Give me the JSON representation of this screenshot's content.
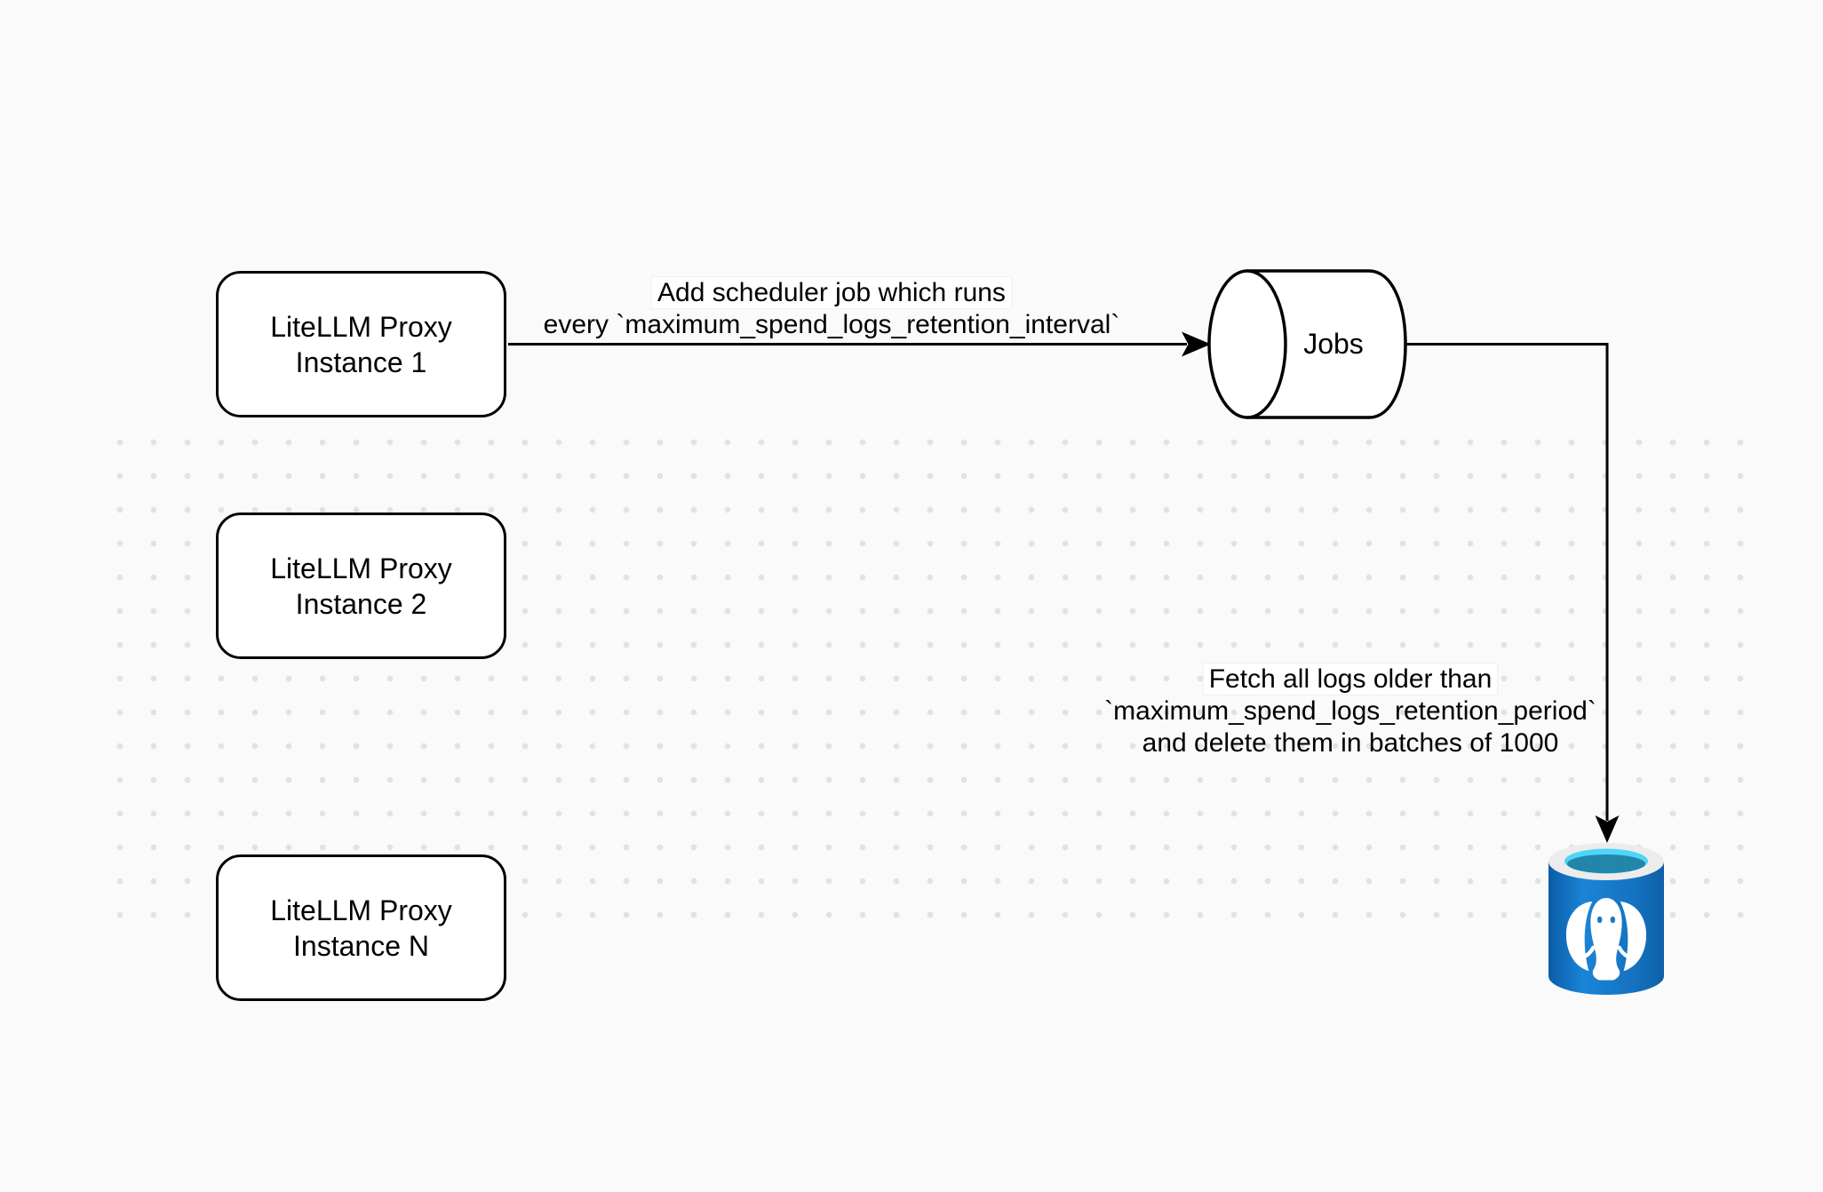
{
  "diagram": {
    "nodes": {
      "proxy_instances": [
        {
          "line1": "LiteLLM Proxy",
          "line2": "Instance 1"
        },
        {
          "line1": "LiteLLM Proxy",
          "line2": "Instance 2"
        },
        {
          "line1": "LiteLLM Proxy",
          "line2": "Instance N"
        }
      ],
      "jobs_queue": {
        "label": "Jobs",
        "shape": "horizontal-cylinder"
      },
      "postgres_db": {
        "icon": "postgresql-database-icon"
      }
    },
    "edges": [
      {
        "id": "proxy1-to-jobs",
        "label_line1": "Add scheduler job which runs",
        "label_line2": "every `maximum_spend_logs_retention_interval`"
      },
      {
        "id": "jobs-to-postgres",
        "label_line1": "Fetch all logs older than",
        "label_line2": "`maximum_spend_logs_retention_period`",
        "label_line3": "and delete them in batches of 1000"
      }
    ],
    "colors": {
      "background": "#fafafa",
      "dot_grid": "#e2e2e2",
      "shape_fill": "#ffffff",
      "stroke": "#000000",
      "postgres_rim": "#ececec",
      "postgres_water_light": "#4ed5f7",
      "postgres_water_dark": "#2186a9",
      "postgres_body_blue": "#1572c0",
      "postgres_detail_blue": "#1b79c6"
    }
  }
}
